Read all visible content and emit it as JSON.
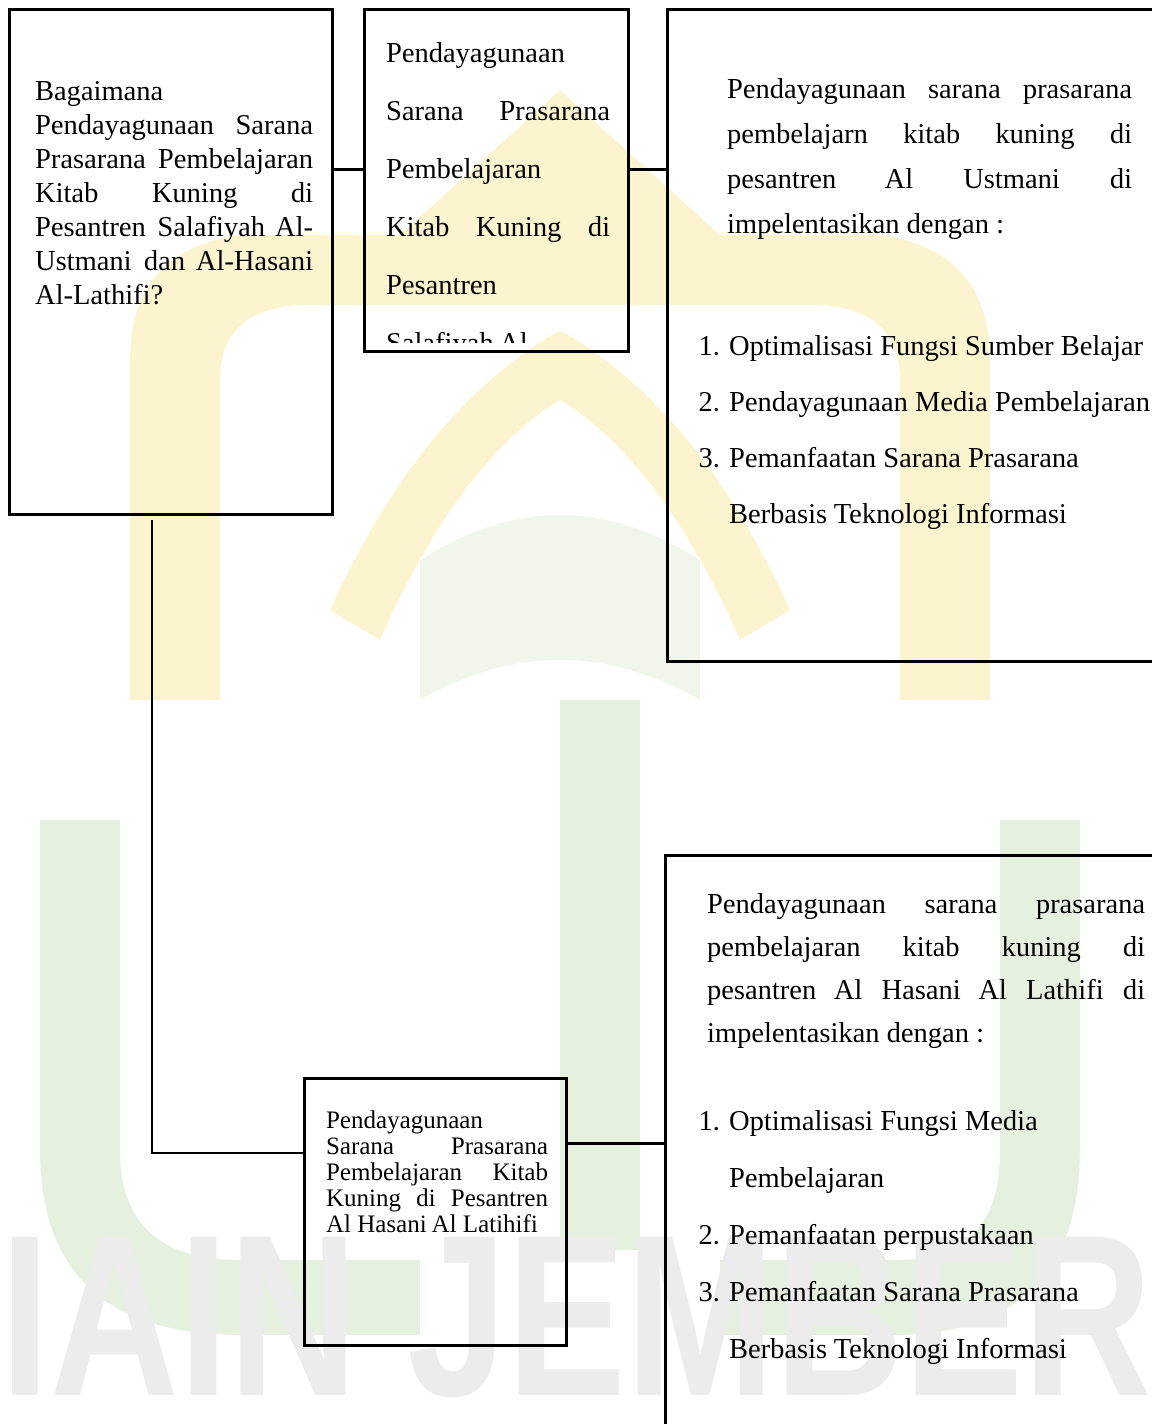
{
  "watermark": {
    "text": "IAIN JEMBER",
    "colors": {
      "yellow": "#fbf4cf",
      "green": "#e6f0df",
      "gray": "#ececec"
    }
  },
  "question_box": {
    "text": "Bagaimana Pendayagunaan Sarana Prasarana Pembelajaran Kitab Kuning di Pesantren Salafiyah Al-Ustmani dan Al-Hasani Al-Lathifi?"
  },
  "focus1_box": {
    "text": "Pendayagunaan Sarana Prasarana Pembelajaran Kitab Kuning di Pesantren Salafiyah Al-"
  },
  "result1_box": {
    "intro": "Pendayagunaan sarana prasarana pembelajarn kitab kuning di pesantren Al Ustmani di impelentasikan dengan :",
    "items": [
      "Optimalisasi  Fungsi Sumber Belajar",
      "Pendayagunaan   Media Pembelajaran",
      "Pemanfaatan Sarana Prasarana Berbasis Teknologi Informasi"
    ]
  },
  "focus2_box": {
    "text": "Pendayagunaan Sarana Prasarana Pembelajaran Kitab Kuning di Pesantren Al Hasani Al Latihifi"
  },
  "result2_box": {
    "intro": "Pendayagunaan sarana prasarana pembelajaran kitab kuning di pesantren Al Hasani Al Lathifi di impelentasikan dengan :",
    "items": [
      "Optimalisasi  Fungsi Media Pembelajaran",
      "Pemanfaatan perpustakaan",
      "Pemanfaatan Sarana Prasarana Berbasis Teknologi Informasi"
    ]
  }
}
